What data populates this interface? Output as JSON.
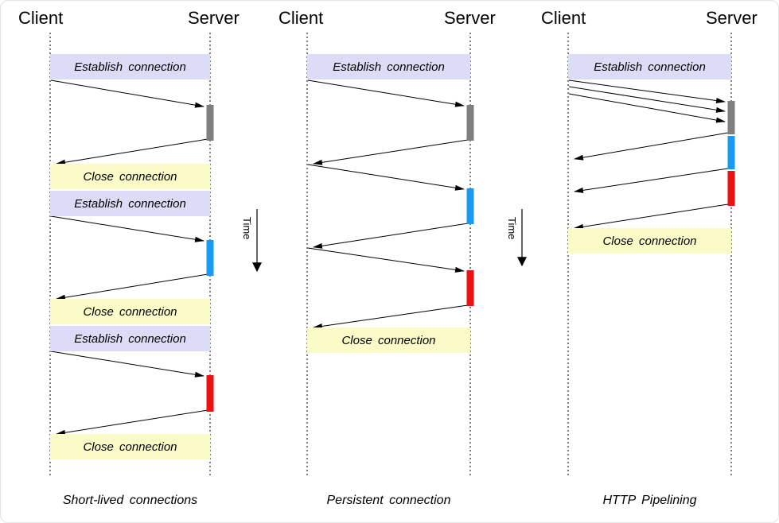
{
  "labels": {
    "client": "Client",
    "server": "Server",
    "establish_connection": "Establish connection",
    "close_connection": "Close connection",
    "time": "Time"
  },
  "panels": [
    {
      "caption": "Short-lived connections",
      "connections_opened": 3,
      "sequence": [
        "Establish connection",
        "request",
        "server processing",
        "response",
        "Close connection",
        "Establish connection",
        "request",
        "server processing",
        "response",
        "Close connection",
        "Establish connection",
        "request",
        "server processing",
        "response",
        "Close connection"
      ]
    },
    {
      "caption": "Persistent connection",
      "connections_opened": 1,
      "sequence": [
        "Establish connection",
        "request",
        "server processing",
        "response",
        "request",
        "server processing",
        "response",
        "request",
        "server processing",
        "response",
        "Close connection"
      ]
    },
    {
      "caption": "HTTP Pipelining",
      "connections_opened": 1,
      "sequence": [
        "Establish connection",
        "request",
        "request",
        "request",
        "server processing",
        "server processing",
        "server processing",
        "response",
        "response",
        "response",
        "Close connection"
      ]
    }
  ],
  "colors": {
    "establish_box_bg": "#dcdcf6",
    "close_box_bg": "#fbfbc8",
    "bar_gray": "#7f7f7f",
    "bar_blue": "#1a9af7",
    "bar_red": "#ee1111",
    "line": "#000000"
  }
}
